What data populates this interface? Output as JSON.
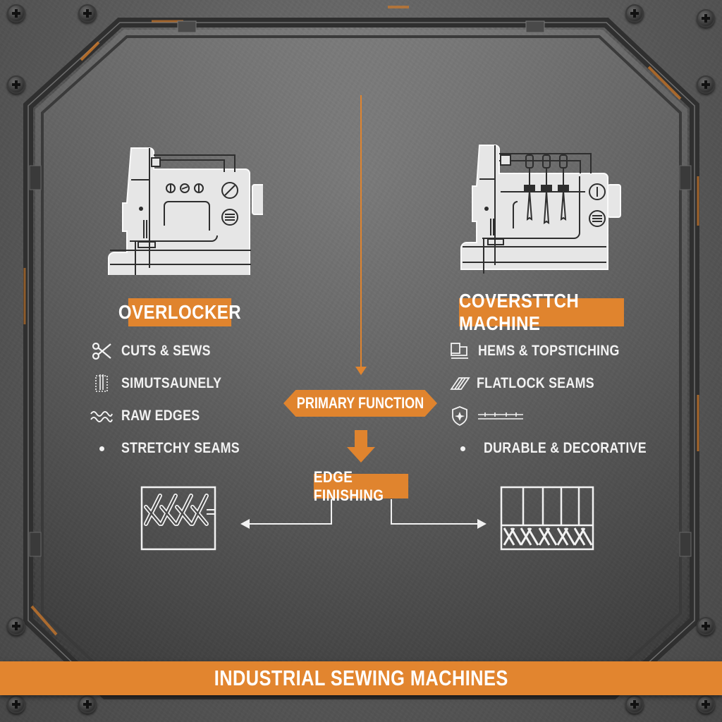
{
  "title_banner": "INDUSTRIAL SEWING MACHINES",
  "colors": {
    "accent_orange": "#e0842e",
    "panel_gray": "#6e6e6e",
    "line_white": "#f2f2f2",
    "card_fill": "#e6e6e6"
  },
  "left_machine": {
    "name": "OVERLOCKER",
    "icon": "sewing-machine-icon",
    "features": [
      {
        "icon": "scissors-icon",
        "text": "CUTS & SEWS"
      },
      {
        "icon": "needle-icon",
        "text": "SIMUTSAUNELY"
      },
      {
        "icon": "wave-icon",
        "text": "RAW EDGES"
      },
      {
        "icon": "bullet-dot",
        "text": "STRETCHY SEAMS"
      }
    ],
    "stitch_sample": "overlock-stitch-diagram"
  },
  "right_machine": {
    "name": "COVERSTTCH MACHINE",
    "icon": "coverstitch-machine-icon",
    "features": [
      {
        "icon": "hem-fold-icon",
        "text": "HEMS & TOPSTICHING"
      },
      {
        "icon": "flatlock-icon",
        "text": "FLATLOCK SEAMS"
      },
      {
        "icon": "shield-icon",
        "text": ""
      },
      {
        "icon": "bullet-dot",
        "text": "DURABLE & DECORATIVE"
      }
    ],
    "stitch_sample": "coverstitch-diagram"
  },
  "center": {
    "primary_label": "PRIMARY FUNCTION",
    "secondary_label": "EDGE FINISHING"
  }
}
